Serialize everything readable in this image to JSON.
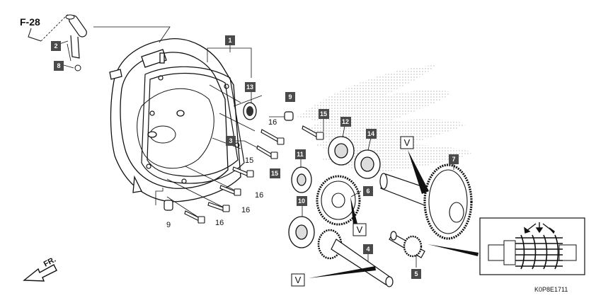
{
  "page_ref": "F-28",
  "direction_label": "FR.",
  "diagram_code": "K0P8E1711",
  "callouts": {
    "c1": "1",
    "c2": "2",
    "c3": "3",
    "c4": "4",
    "c5": "5",
    "c6": "6",
    "c7": "7",
    "c8": "8",
    "c9a": "9",
    "c10": "10",
    "c11": "11",
    "c12": "12",
    "c13": "13",
    "c14": "14",
    "c15": "15"
  },
  "plain_labels": {
    "p16a": "16",
    "p15a": "15",
    "p16b": "16",
    "p16c": "16",
    "p16d": "16",
    "p9b": "9"
  },
  "view_marks": {
    "v1": "V",
    "v2": "V",
    "v3": "V"
  },
  "colors": {
    "callout_fill": "#4a4a4a",
    "line": "#111111",
    "dots": "#9a9a9a"
  }
}
